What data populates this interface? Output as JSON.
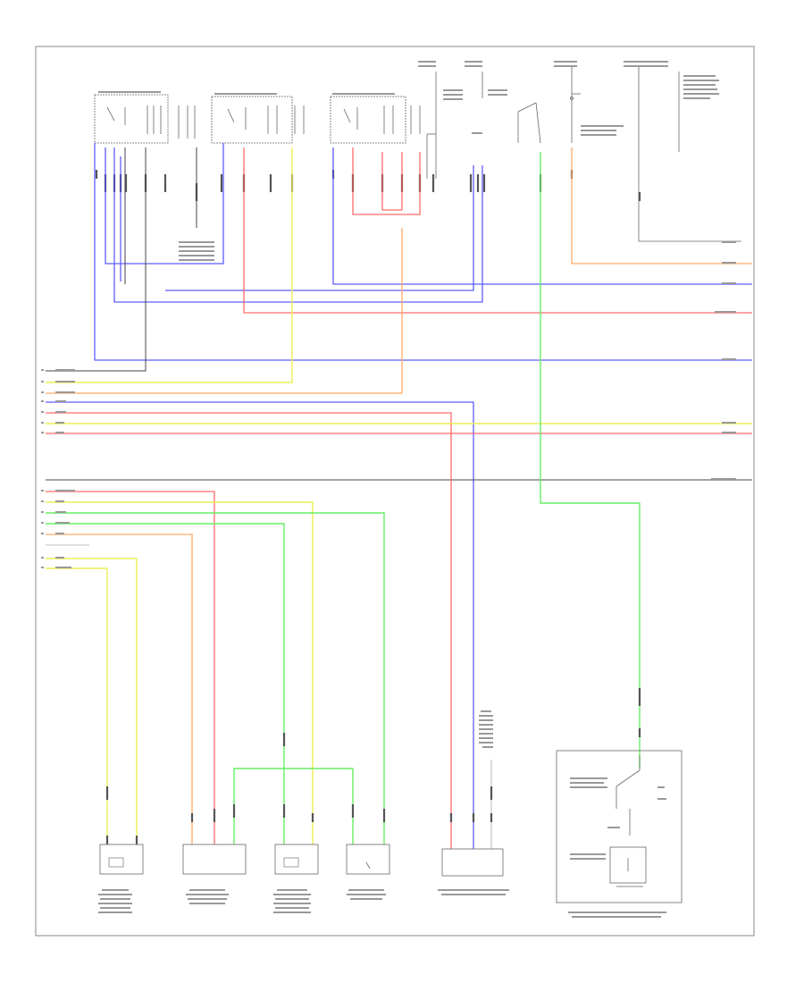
{
  "diagram": {
    "footer_code": "",
    "colors": {
      "blue": "#4d4dff",
      "red": "#ff5a5a",
      "yellow": "#ffff66",
      "orange": "#ffaa66",
      "green": "#66ee66",
      "black": "#444444",
      "gray": "#aaaaaa",
      "frame": "#888888"
    },
    "components": [
      "switch-1",
      "switch-2",
      "switch-3",
      "fuse-1",
      "fuse-2",
      "relay-1",
      "relay-2",
      "sensor-1",
      "sensor-2",
      "sensor-3",
      "sensor-4",
      "module-1",
      "compressor-assembly"
    ]
  }
}
